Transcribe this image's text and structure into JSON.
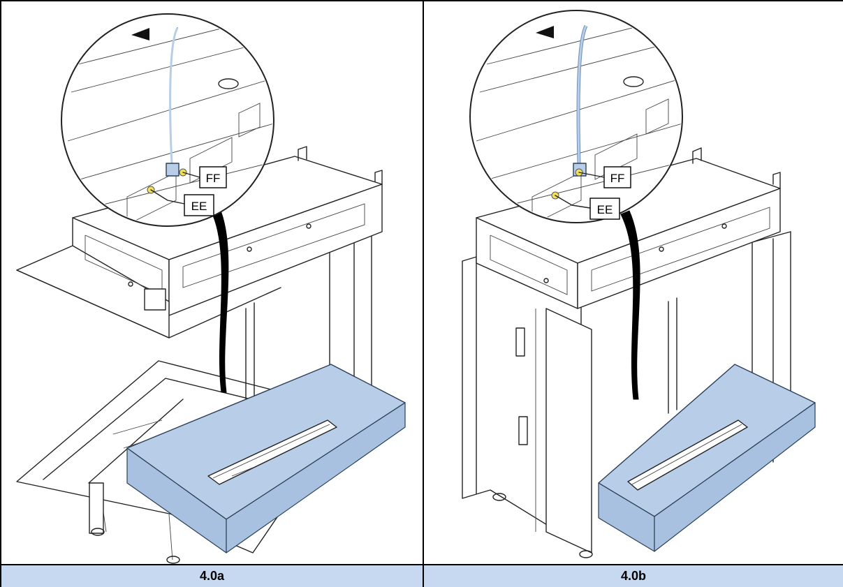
{
  "panels": [
    {
      "caption": "4.0a",
      "labels": {
        "ff": "FF",
        "ee": "EE"
      }
    },
    {
      "caption": "4.0b",
      "labels": {
        "ff": "FF",
        "ee": "EE"
      }
    }
  ],
  "colors": {
    "highlight": "#b7cde8",
    "caption_bg": "#c6d9f1",
    "line": "#222222"
  }
}
